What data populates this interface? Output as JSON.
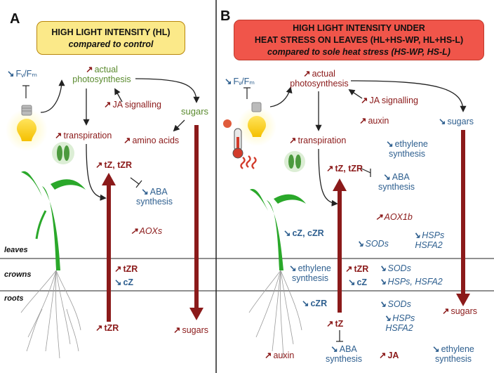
{
  "panel_a": {
    "letter": "A",
    "title": "HIGH LIGHT INTENSITY (HL)",
    "subtitle": "compared to control",
    "labels": {
      "fvfm": "Fᵥ/Fₘ",
      "actual_photosynthesis": "actual photosynthesis",
      "ja_signalling": "JA signalling",
      "sugars_top": "sugars",
      "transpiration": "transpiration",
      "amino_acids": "amino acids",
      "tz_tzr": "tZ, tZR",
      "aba_synthesis": "ABA synthesis",
      "aoxs": "AOXs",
      "crown_tzr": "tZR",
      "crown_cz": "cZ",
      "root_tzr": "tZR",
      "root_sugars": "sugars"
    }
  },
  "panel_b": {
    "letter": "B",
    "title_line1": "HIGH LIGHT INTENSITY UNDER",
    "title_line2": "HEAT STRESS ON LEAVES (HL+HS-WP, HL+HS-L)",
    "subtitle": "compared to sole heat stress (HS-WP, HS-L)",
    "labels": {
      "fvfm": "Fᵥ/Fₘ",
      "actual_photosynthesis": "actual photosynthesis",
      "ja_signalling": "JA signalling",
      "auxin_top": "auxin",
      "sugars_top": "sugars",
      "transpiration": "transpiration",
      "ethylene_synthesis": "ethylene synthesis",
      "tz_tzr": "tZ, tZR",
      "aba_synthesis": "ABA synthesis",
      "aox1b": "AOX1b",
      "cz_czr": "cZ, cZR",
      "sods_leaf": "SODs",
      "hsps_hsfa2_leaf": "HSPs HSFA2",
      "crown_ethylene": "ethylene synthesis",
      "crown_tzr": "tZR",
      "crown_cz": "cZ",
      "crown_sods": "SODs",
      "crown_hsps": "HSPs, HSFA2",
      "root_czr": "cZR",
      "root_sods": "SODs",
      "root_hsps": "HSPs HSFA2",
      "root_sugars": "sugars",
      "root_tz": "tZ",
      "root_aba": "ABA synthesis",
      "root_auxin": "auxin",
      "root_ja": "JA",
      "root_ethylene": "ethylene synthesis"
    }
  },
  "tissues": {
    "leaves": "leaves",
    "crowns": "crowns",
    "roots": "roots"
  },
  "colors": {
    "upregulated": "#8b1a1a",
    "downregulated": "#2e5f8f",
    "green_text": "#5a8a2e",
    "panel_a_box": "#fbe989",
    "panel_b_box": "#f0554a",
    "transport_arrow": "#8b1a1a",
    "plant": "#2aa82a"
  },
  "icons": [
    "light-bulb-icon",
    "stomata-icon",
    "thermometer-icon",
    "heat-waves-icon",
    "wheat-plant-icon",
    "roots-icon"
  ]
}
